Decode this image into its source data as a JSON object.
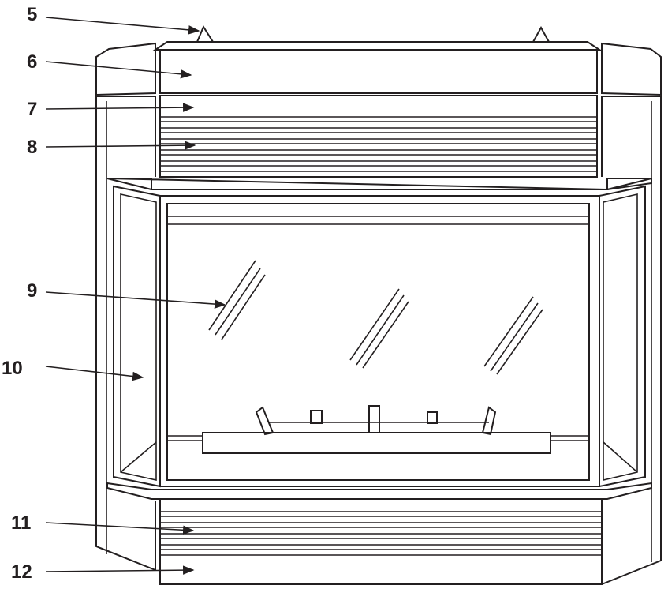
{
  "callouts": [
    {
      "id": "callout-5",
      "label": "5"
    },
    {
      "id": "callout-6",
      "label": "6"
    },
    {
      "id": "callout-7",
      "label": "7"
    },
    {
      "id": "callout-8",
      "label": "8"
    },
    {
      "id": "callout-9",
      "label": "9"
    },
    {
      "id": "callout-10",
      "label": "10"
    },
    {
      "id": "callout-11",
      "label": "11"
    },
    {
      "id": "callout-12",
      "label": "12"
    }
  ]
}
